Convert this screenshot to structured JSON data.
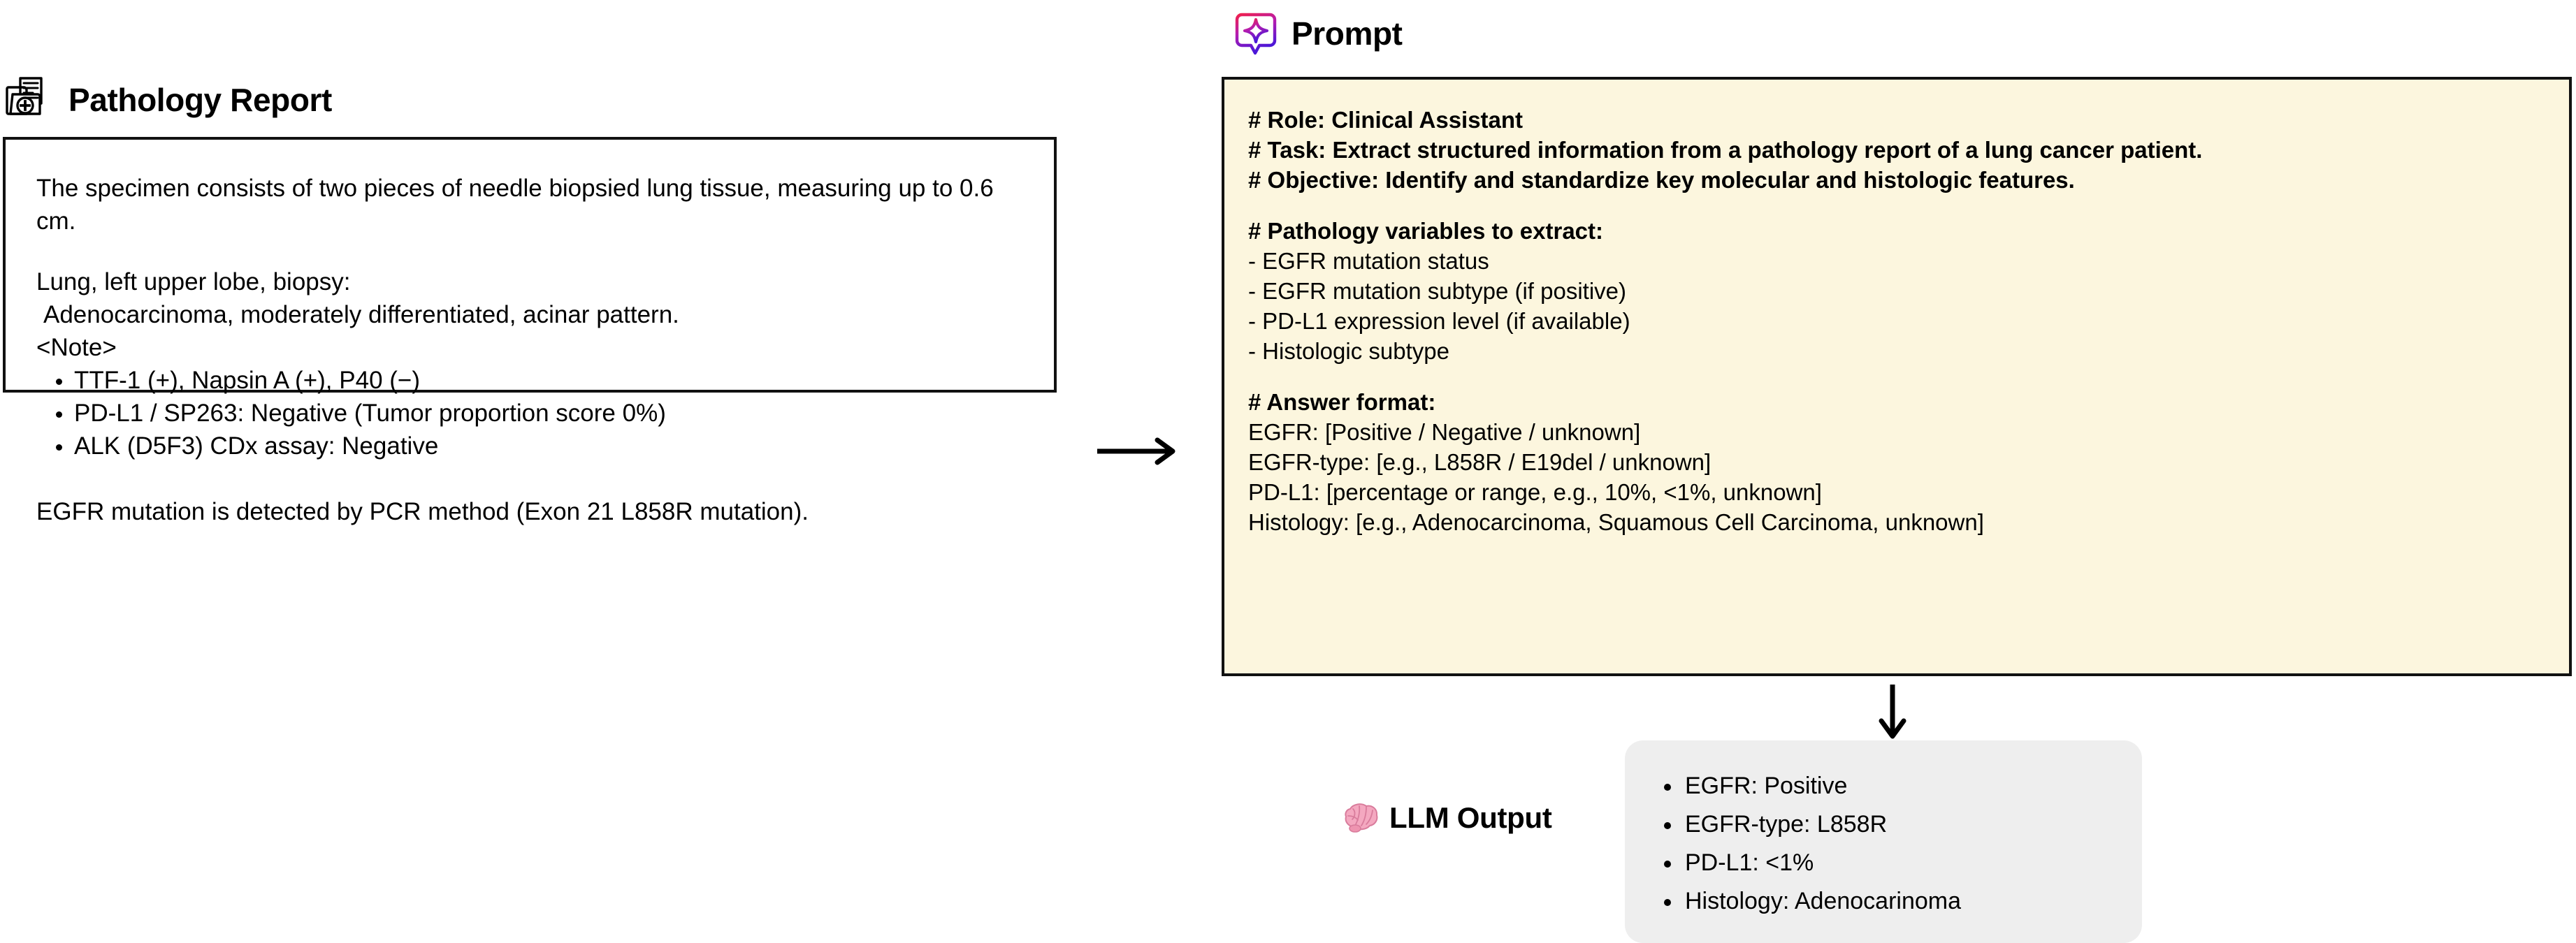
{
  "pathology": {
    "icon": "medical-folder-report-icon",
    "title": "Pathology Report",
    "intro": "The specimen consists of two pieces of needle biopsied lung tissue, measuring up to 0.6 cm.",
    "site_line": "Lung, left upper lobe, biopsy:",
    "diagnosis_line": "Adenocarcinoma, moderately differentiated, acinar pattern.",
    "note_label": "<Note>",
    "note_items": [
      "TTF-1 (+), Napsin A (+), P40 (−)",
      "PD-L1 / SP263: Negative (Tumor proportion score 0%)",
      "ALK (D5F3) CDx assay: Negative"
    ],
    "closing": "EGFR mutation is detected by  PCR method (Exon 21 L858R mutation)."
  },
  "arrows": {
    "report_to_prompt": "arrow-right",
    "prompt_to_output": "arrow-down"
  },
  "prompt": {
    "icon": "sparkle-chat-bubble-icon",
    "title": "Prompt",
    "header_lines": [
      "# Role: Clinical Assistant",
      "# Task: Extract structured information from a pathology report of a lung cancer patient.",
      "# Objective: Identify and standardize key molecular and histologic features."
    ],
    "variables_heading": "# Pathology variables to extract:",
    "variables": [
      "- EGFR mutation status",
      "- EGFR mutation subtype (if positive)",
      "- PD-L1 expression level (if available)",
      "- Histologic subtype"
    ],
    "answer_heading": "# Answer format:",
    "answer_lines": [
      "EGFR: [Positive / Negative / unknown]",
      "EGFR-type: [e.g., L858R / E19del / unknown]",
      "PD-L1: [percentage or range, e.g., 10%, <1%, unknown]",
      "Histology: [e.g., Adenocarcinoma, Squamous Cell Carcinoma, unknown]"
    ]
  },
  "llm_output": {
    "icon": "brain-icon",
    "label": "LLM Output",
    "items": [
      "EGFR: Positive",
      "EGFR-type: L858R",
      "PD-L1: <1%",
      "Histology: Adenocarinoma"
    ]
  },
  "colors": {
    "prompt_background": "#FCF6DE",
    "prompt_border": "#111111",
    "report_border": "#111111",
    "output_background": "#EEEEEE",
    "page_background": "#FFFFFF",
    "prompt_icon_gradient_start": "#F0204E",
    "prompt_icon_gradient_end": "#4B17D8",
    "brain_icon_color": "#F0A0B8"
  }
}
